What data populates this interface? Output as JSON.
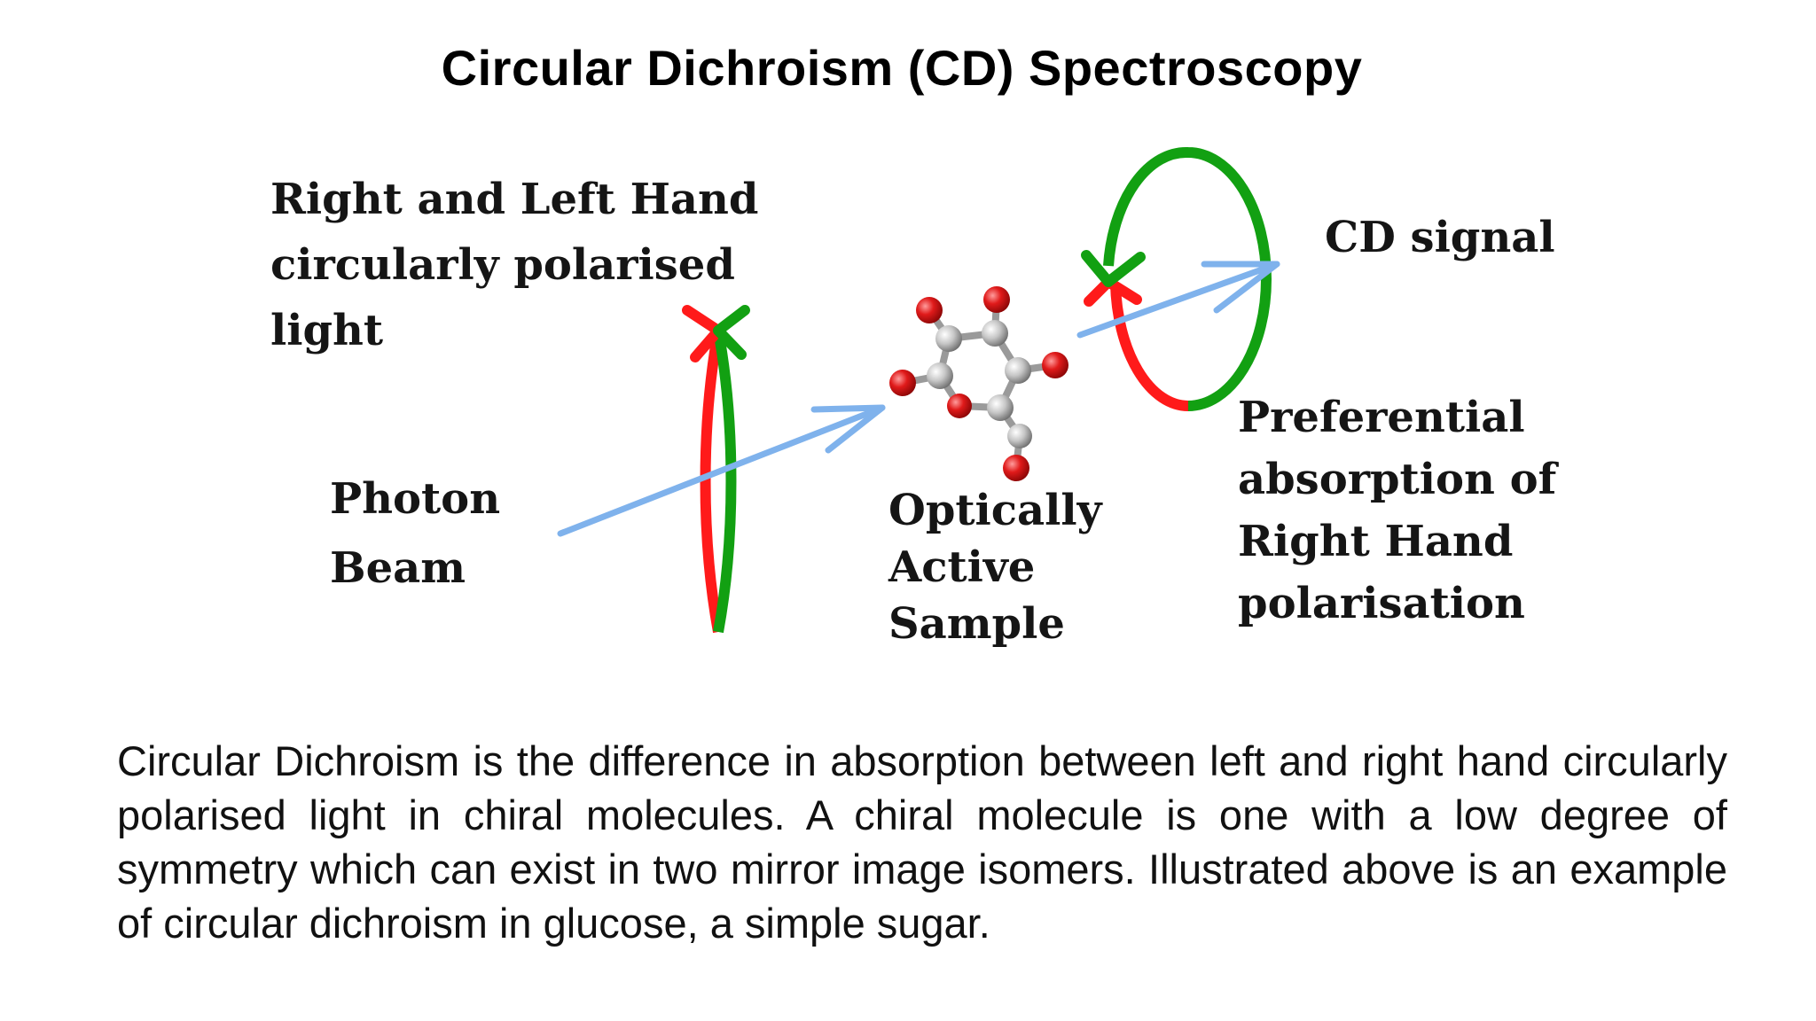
{
  "title": "Circular Dichroism (CD) Spectroscopy",
  "labels": {
    "incident_light": [
      "Right and Left Hand",
      "circularly polarised",
      "light"
    ],
    "photon_beam": [
      "Photon",
      "Beam"
    ],
    "sample": [
      "Optically",
      "Active",
      "Sample"
    ],
    "cd_signal": "CD signal",
    "preferential": [
      "Preferential",
      "absorption of",
      "Right Hand",
      "polarisation"
    ]
  },
  "description": "Circular Dichroism is the difference in absorption between left and right hand circularly polarised light in chiral molecules. A chiral molecule is one with a low degree of symmetry which can exist in two mirror image isomers. Illustrated above is an example of circular dichroism in glucose, a simple sugar.",
  "colors": {
    "right_hand": "#ff1a1a",
    "left_hand": "#12a012",
    "beam": "#7fb2ec",
    "atom_oxygen": "#d81818",
    "atom_carbon": "#b8b8b8"
  },
  "icons": {
    "molecule": "glucose-molecule-icon"
  }
}
